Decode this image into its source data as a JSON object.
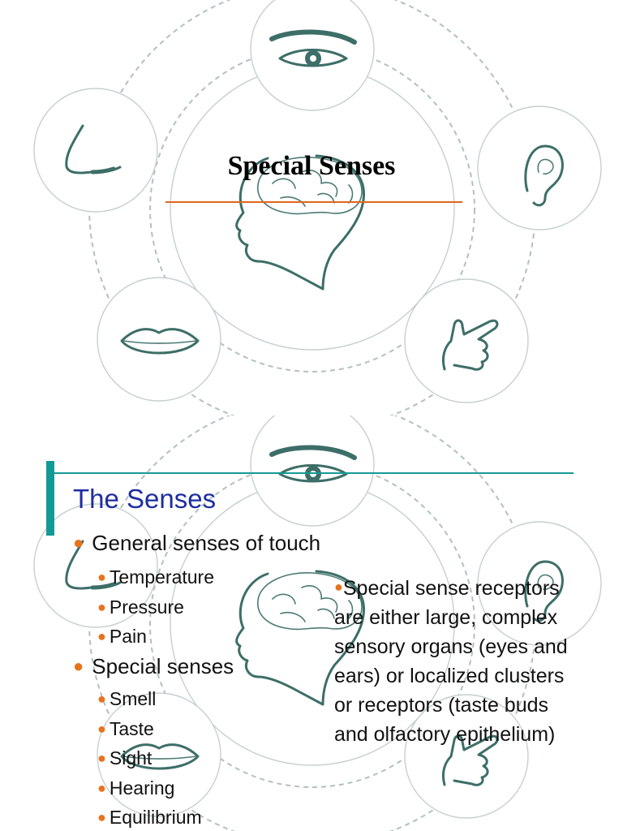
{
  "slide1": {
    "title": "Special Senses",
    "icons": [
      "eye-icon",
      "ear-icon",
      "hand-icon",
      "lips-icon",
      "nose-icon",
      "head-brain-icon"
    ]
  },
  "slide2": {
    "title": "The Senses",
    "bullets": [
      {
        "text": "General senses of touch",
        "sub": [
          "Temperature",
          "Pressure",
          "Pain"
        ]
      },
      {
        "text": "Special senses",
        "sub": [
          "Smell",
          "Taste",
          "Sight",
          "Hearing",
          "Equilibrium"
        ]
      }
    ],
    "side_note": "Special sense receptors are either large, complex sensory organs (eyes and ears) or localized clusters or receptors (taste buds and olfactory epithelium)"
  },
  "colors": {
    "title_rule": "#e0661f",
    "accent": "#149a95",
    "heading": "#1f2ea0",
    "bullet": "#e8731c",
    "illustration": "#3d6e68"
  }
}
